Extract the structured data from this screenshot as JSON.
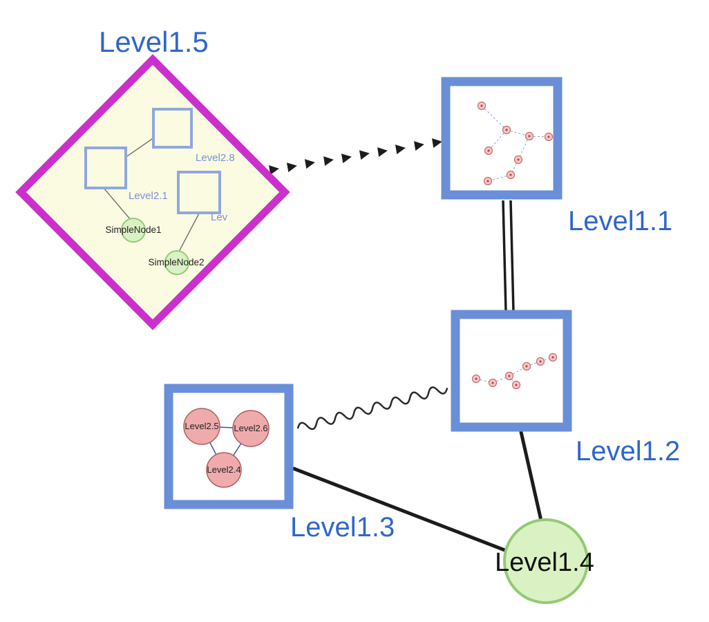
{
  "colors": {
    "label_blue": "#2f66cc",
    "inner_label_blue": "#7b8fd4",
    "diamond_stroke": "#cb30cb",
    "diamond_fill": "#fbfbe2",
    "square_border": "#6a8fd8",
    "inner_square_border": "#8fa8dc",
    "green_fill": "#daf2c3",
    "green_stroke": "#93ca74",
    "pink_fill": "#f6c9c9",
    "pink_stroke": "#c66a6a",
    "pink_core": "#bb4444",
    "pink_big_fill": "#efabab",
    "pink_big_stroke": "#a8605f",
    "pink_edge_blue": "#3c4ec0",
    "tiny_edge_blue": "#8aa0cf",
    "edge_black": "#1c1c1c"
  },
  "nodes": {
    "level15": {
      "label": "Level1.5"
    },
    "level11": {
      "label": "Level1.1"
    },
    "level12": {
      "label": "Level1.2"
    },
    "level13": {
      "label": "Level1.3"
    },
    "level14": {
      "label": "Level1.4"
    }
  },
  "level15_children": {
    "square_top_label": "Level2.8",
    "square_left_label": "Level2.1",
    "square_right_label": "Lev",
    "simple_node1": "SimpleNode1",
    "simple_node2": "SimpleNode2"
  },
  "level13_children": {
    "node_a": "Level2.5",
    "node_b": "Level2.6",
    "node_c": "Level2.4"
  }
}
